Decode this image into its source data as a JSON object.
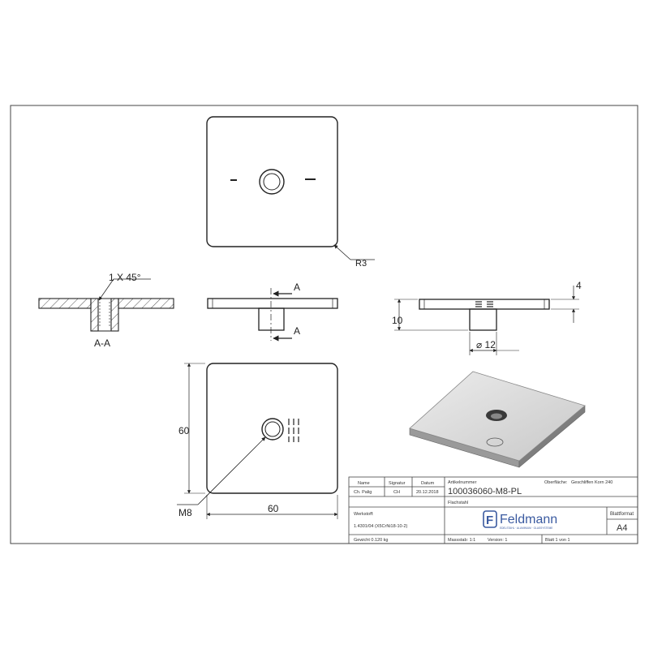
{
  "annotations": {
    "radius": "R3",
    "chamfer": "1 X 45°",
    "section_label": "A-A",
    "cut_label_top": "A",
    "cut_label_bottom": "A",
    "thickness": "4",
    "stud_height": "10",
    "stud_diameter": "⌀ 12",
    "height_dim": "60",
    "width_dim": "60",
    "thread": "M8"
  },
  "title_block": {
    "head_name": "Name",
    "head_signature": "Signatur",
    "head_date": "Datum",
    "checker_name": "Ch. Palig",
    "checker_signature": "CH",
    "checker_date": "20.12.2018",
    "article_label": "Artikelnummer",
    "article_number": "100036060-M8-PL",
    "surface_label": "Oberfläche:",
    "surface_value": "Geschliffen Korn 240",
    "desc_label": "Flachstahl",
    "material_label": "Werkstoff:",
    "material_value": "1.4301/04 (X5CrNi18-10-2)",
    "weight": "Gewicht 0.120 kg",
    "scale": "Massstab: 1:1",
    "version": "Version: 1",
    "sheet": "Blatt 1 von 1",
    "format_label": "Blattformat",
    "format_value": "A4",
    "company_name": "Feldmann",
    "company_tagline": "EDELSTAHL · ALUMINIUM · GLASSYSTEME",
    "logo_letter": "F"
  },
  "colors": {
    "line": "#222222",
    "logo_blue": "#3a5aa0",
    "iso_top": "#dcdcdc",
    "iso_edge": "#8a8a8a"
  }
}
